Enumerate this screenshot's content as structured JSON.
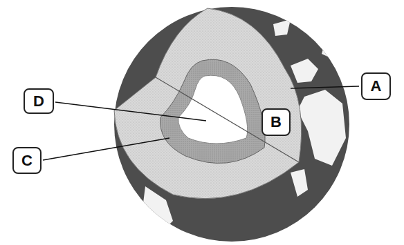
{
  "diagram": {
    "nodes": [
      {
        "text": [
          "A"
        ]
      },
      {
        "text": [
          "D"
        ]
      },
      {
        "text": [
          "B"
        ]
      },
      {
        "text": [
          "C"
        ]
      }
    ]
  }
}
